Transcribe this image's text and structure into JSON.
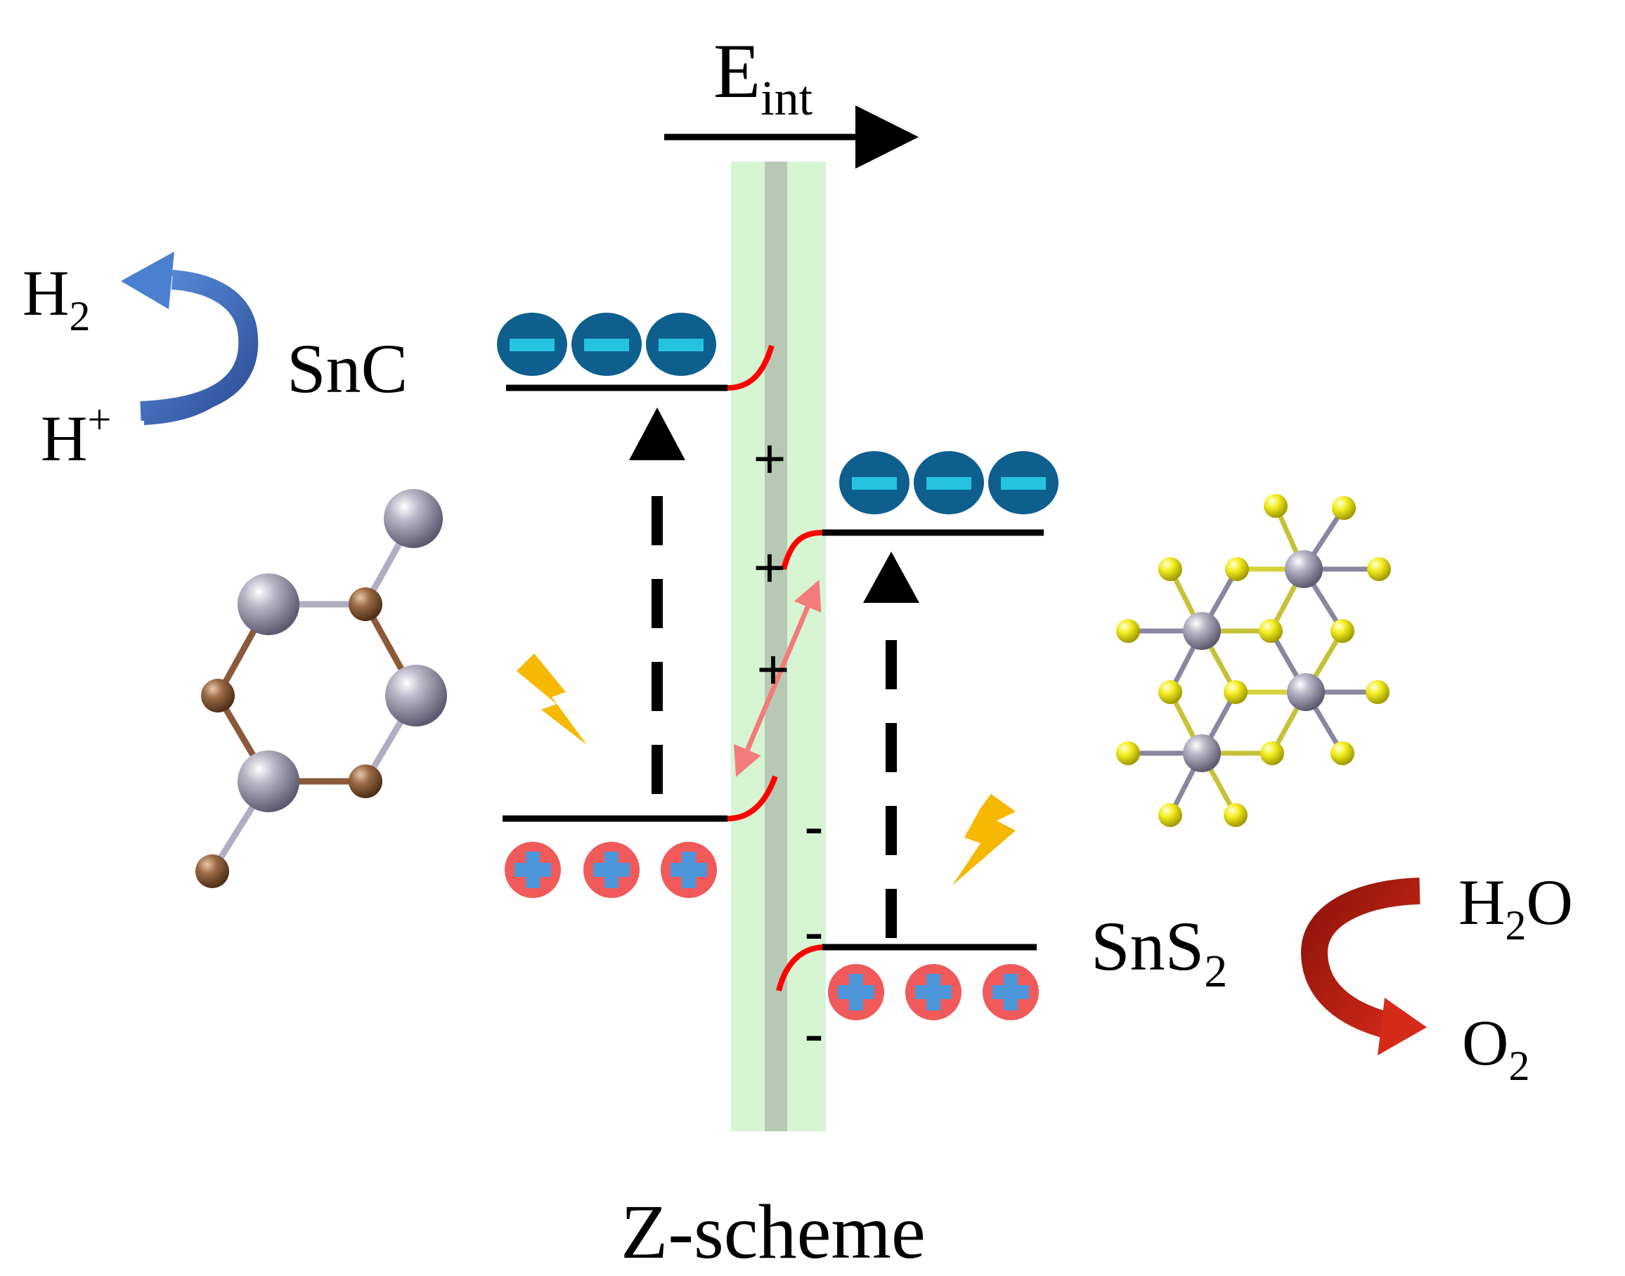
{
  "field": {
    "label": "E",
    "subscript": "int"
  },
  "reaction_h": {
    "product": "H",
    "product_sub": "2",
    "reactant": "H",
    "reactant_sup": "+"
  },
  "reaction_o": {
    "reactant": "H",
    "reactant_sub": "2",
    "reactant_tail": "O",
    "product": "O",
    "product_sub": "2"
  },
  "material_left": {
    "name": "SnC"
  },
  "material_right": {
    "name": "SnS",
    "name_sub": "2"
  },
  "interface_charges": {
    "positive": [
      "+",
      "+",
      "+"
    ],
    "negative": [
      "-",
      "-",
      "-"
    ]
  },
  "carriers": {
    "electron_symbol": "−",
    "hole_symbol": "+"
  },
  "caption": "Z-scheme",
  "colors": {
    "interface_band": "#d7f5d3",
    "interface_core": "#b7c9b4",
    "band_edge": "#000000",
    "band_bending": "#ff0000",
    "recombination_arrow": "#f47b7b",
    "electron_fill": "#0e5f8e",
    "electron_mark": "#25c3e0",
    "hole_fill": "#f05a5a",
    "hole_mark": "#4d96d9",
    "h2_arrow": "#3f6db8",
    "o2_arrow": "#c01a10",
    "lightning": "#f6b800",
    "tin_atom": "#9c98aa",
    "carbon_atom": "#8a5a3a",
    "sulfur_atom": "#f0ea1c",
    "sulfur_bond": "#d6d23a"
  }
}
